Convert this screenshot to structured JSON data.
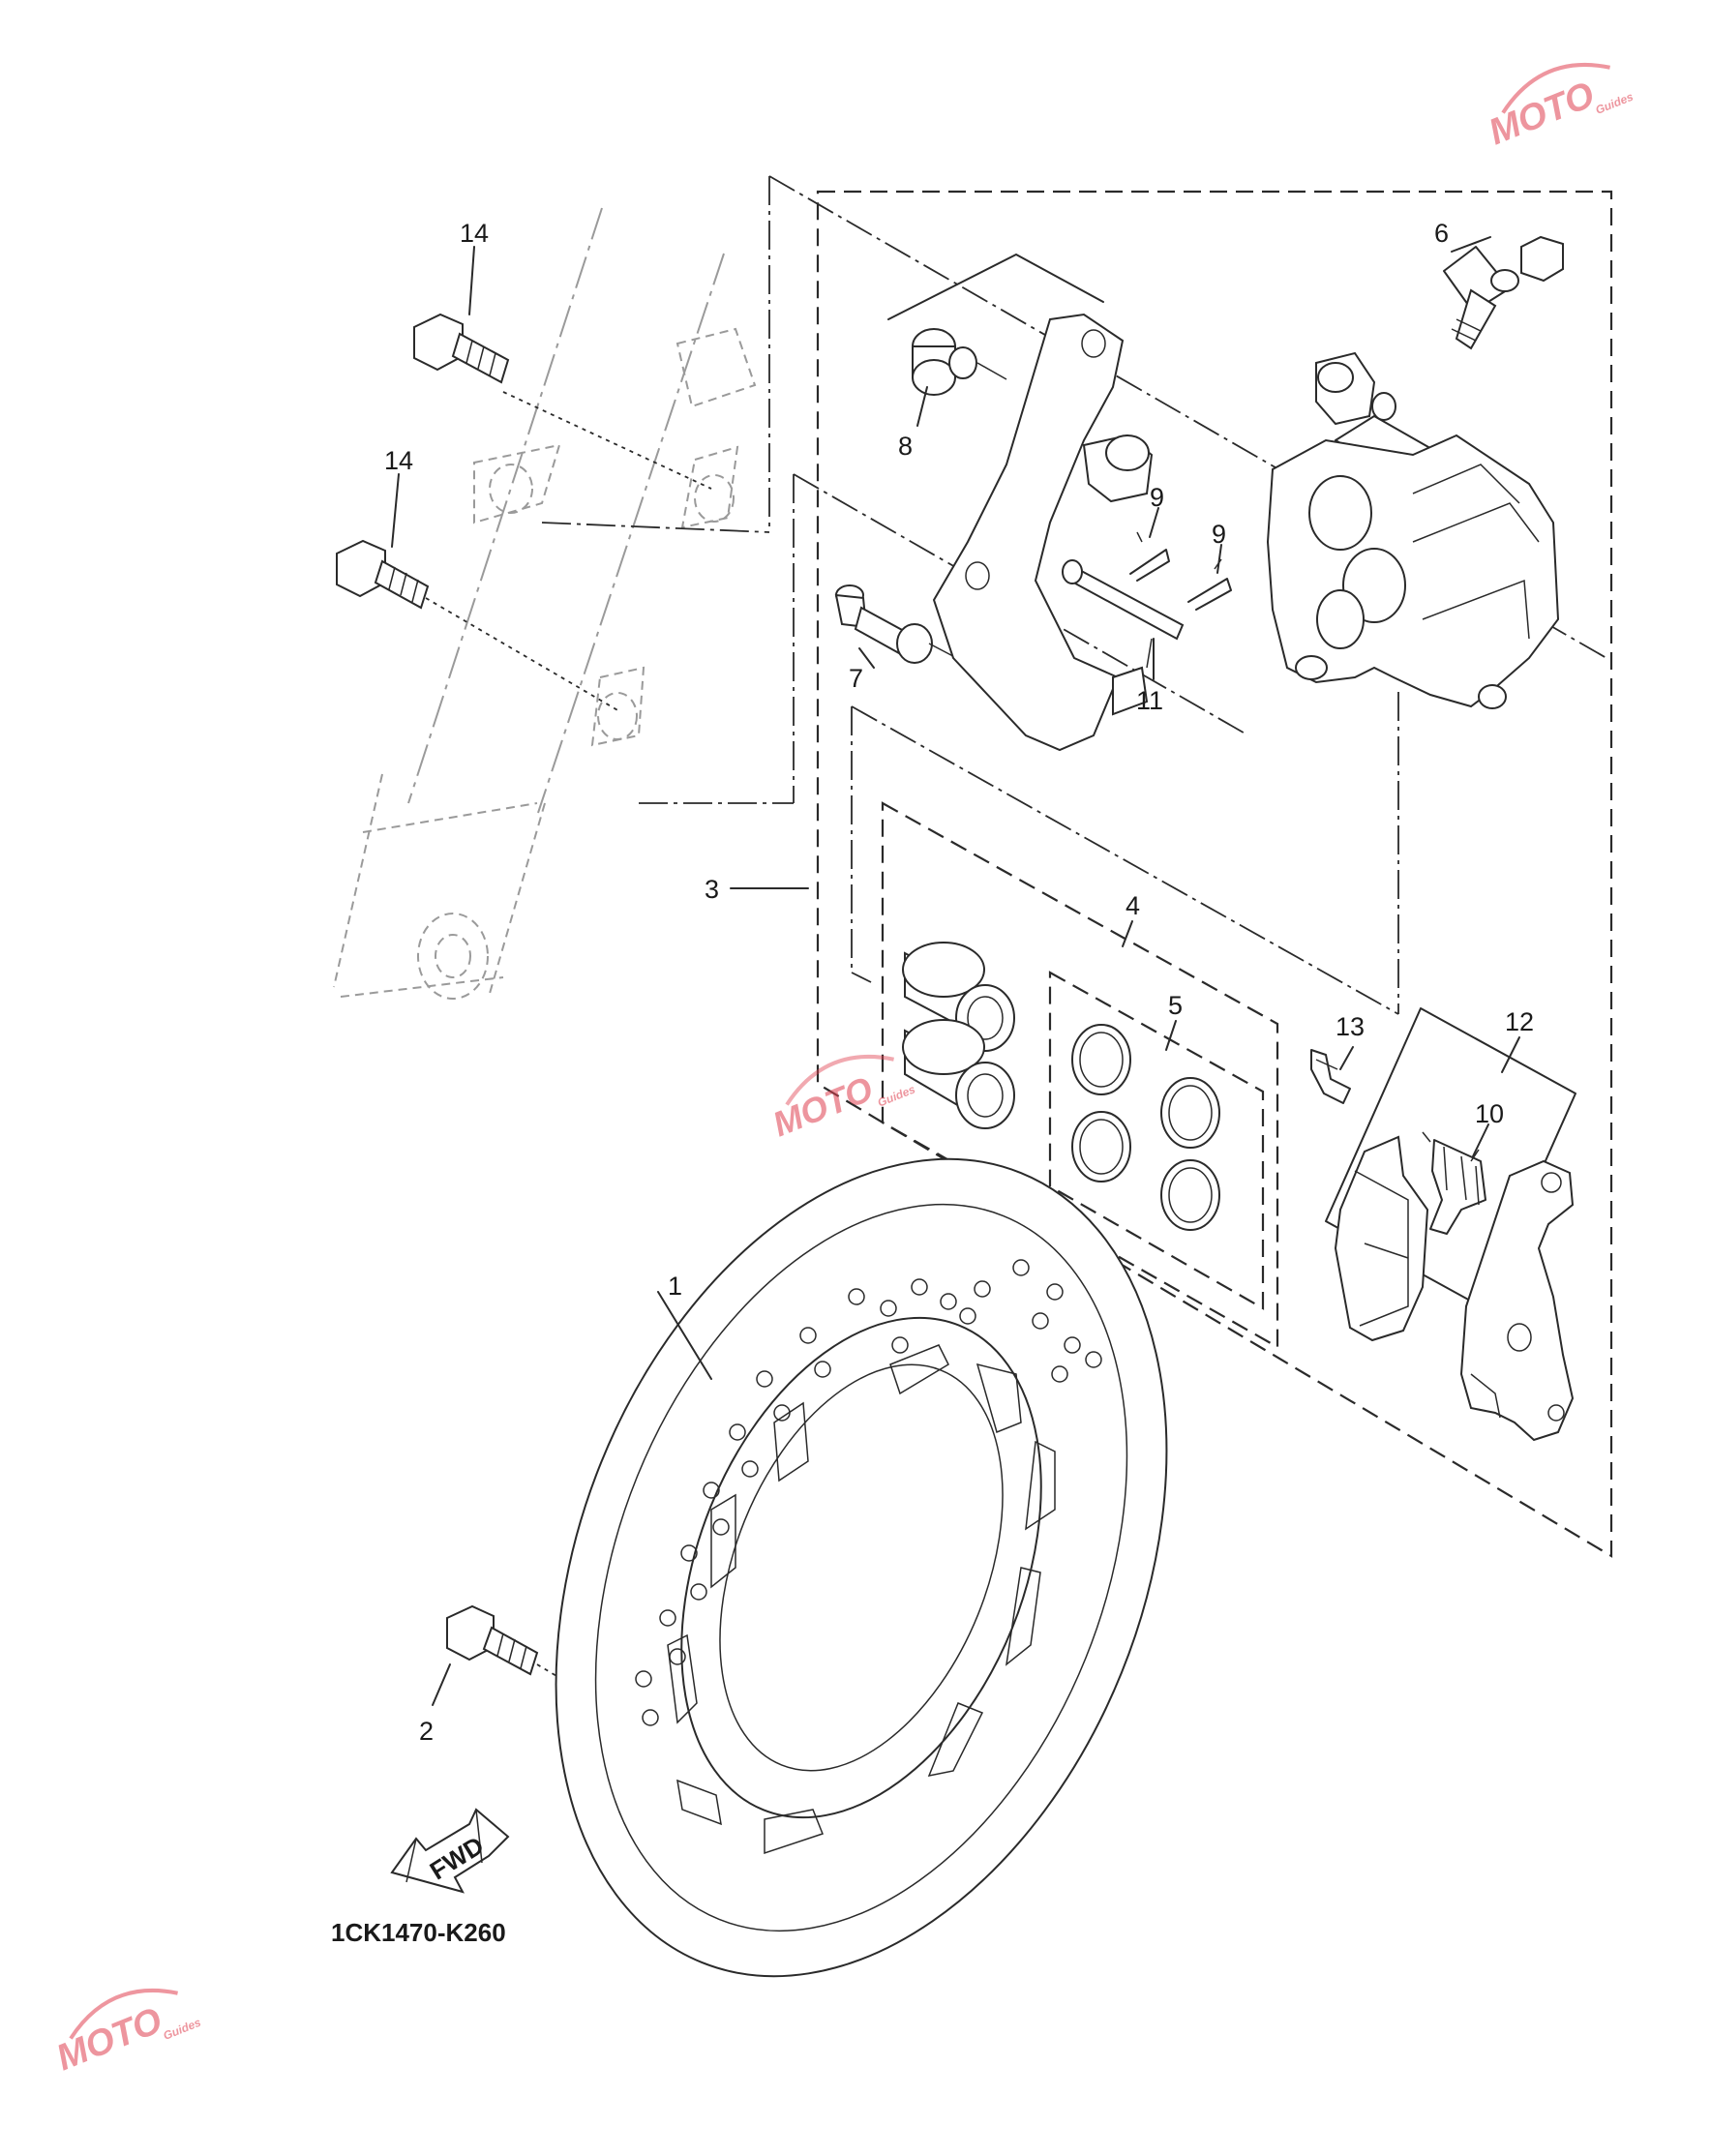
{
  "diagram": {
    "part_code": "1CK1470-K260",
    "fwd_marker": "FWD",
    "callouts": [
      {
        "id": "1",
        "part": "brake-disc"
      },
      {
        "id": "2",
        "part": "disc-bolt"
      },
      {
        "id": "3",
        "part": "caliper-assembly"
      },
      {
        "id": "4",
        "part": "caliper-seal-kit"
      },
      {
        "id": "5",
        "part": "piston-seals"
      },
      {
        "id": "6",
        "part": "bleed-screw"
      },
      {
        "id": "7",
        "part": "slide-pin"
      },
      {
        "id": "8",
        "part": "pin-boot"
      },
      {
        "id": "9",
        "part": "pad-pin-clip"
      },
      {
        "id": "9",
        "part": "pad-pin-clip"
      },
      {
        "id": "10",
        "part": "pad-spring"
      },
      {
        "id": "11",
        "part": "pad-pin"
      },
      {
        "id": "12",
        "part": "brake-pad-kit"
      },
      {
        "id": "13",
        "part": "pad-support"
      },
      {
        "id": "14",
        "part": "caliper-mount-bolt"
      },
      {
        "id": "14",
        "part": "caliper-mount-bolt"
      }
    ]
  },
  "watermark": {
    "brand": "MOTO",
    "tagline": "Guides",
    "logo_color": "#e04050"
  }
}
